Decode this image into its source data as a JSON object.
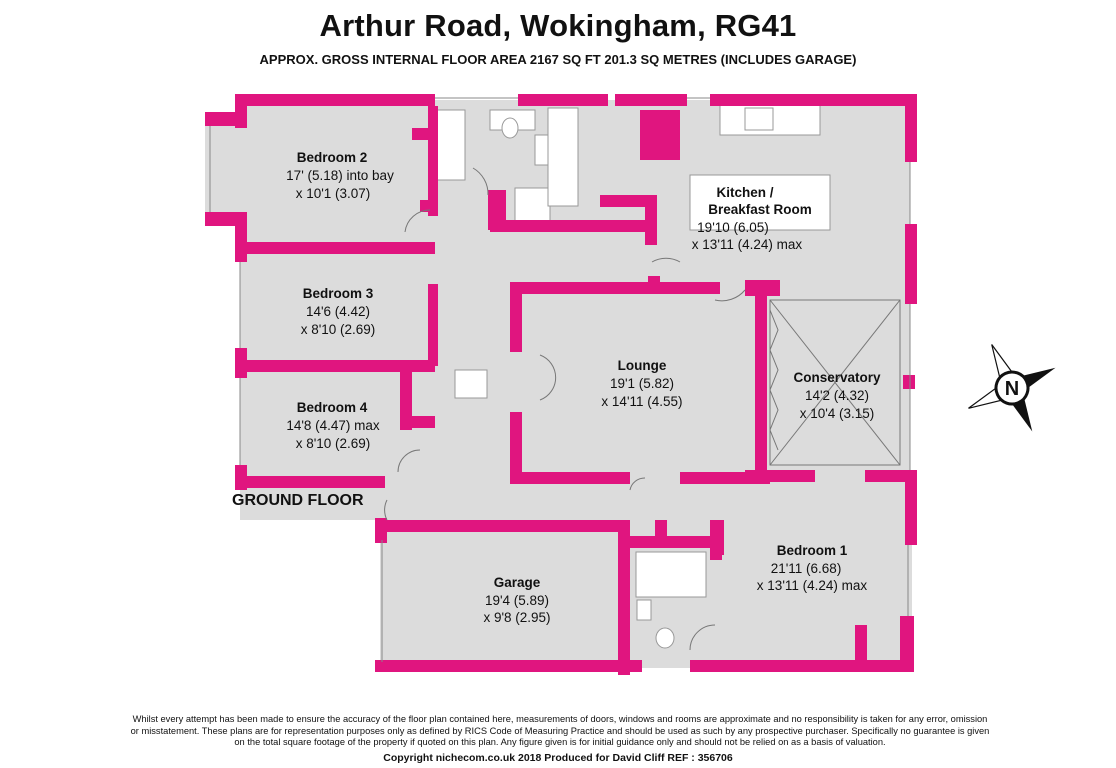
{
  "header": {
    "title": "Arthur Road, Wokingham, RG41",
    "subtitle": "APPROX. GROSS INTERNAL FLOOR AREA 2167 SQ FT  201.3 SQ METRES (INCLUDES GARAGE)"
  },
  "floor_label": "GROUND FLOOR",
  "colors": {
    "wall": "#e0157f",
    "floor": "#dcdcdc",
    "fixture": "#ffffff"
  },
  "rooms": {
    "bedroom2": {
      "name": "Bedroom 2",
      "line1": "17' (5.18) into bay",
      "line2": "x 10'1 (3.07)"
    },
    "bedroom3": {
      "name": "Bedroom 3",
      "line1": "14'6 (4.42)",
      "line2": "x 8'10 (2.69)"
    },
    "bedroom4": {
      "name": "Bedroom 4",
      "line1": "14'8 (4.47) max",
      "line2": "x 8'10 (2.69)"
    },
    "kitchen": {
      "name1": "Kitchen /",
      "name2": "Breakfast Room",
      "line1": "19'10 (6.05)",
      "line2": "x 13'11 (4.24) max"
    },
    "lounge": {
      "name": "Lounge",
      "line1": "19'1 (5.82)",
      "line2": "x 14'11 (4.55)"
    },
    "conservatory": {
      "name": "Conservatory",
      "line1": "14'2 (4.32)",
      "line2": "x 10'4 (3.15)"
    },
    "garage": {
      "name": "Garage",
      "line1": "19'4 (5.89)",
      "line2": "x 9'8 (2.95)"
    },
    "bedroom1": {
      "name": "Bedroom 1",
      "line1": "21'11 (6.68)",
      "line2": "x 13'11 (4.24) max"
    }
  },
  "compass": {
    "letter": "N",
    "icon": "compass-icon"
  },
  "disclaimer": "Whilst every attempt has been made to ensure the accuracy of the floor plan contained here, measurements of doors, windows and rooms are approximate and no responsibility is taken for any error, omission or misstatement. These plans are for representation purposes only as defined by RICS Code of Measuring Practice and should be used as such by any prospective purchaser. Specifically no guarantee is given on the total square footage of the property if quoted on this plan. Any figure given is for initial guidance only and should not be relied on as a basis of valuation.",
  "footer": "Copyright nichecom.co.uk 2018     Produced for David Cliff     REF : 356706"
}
